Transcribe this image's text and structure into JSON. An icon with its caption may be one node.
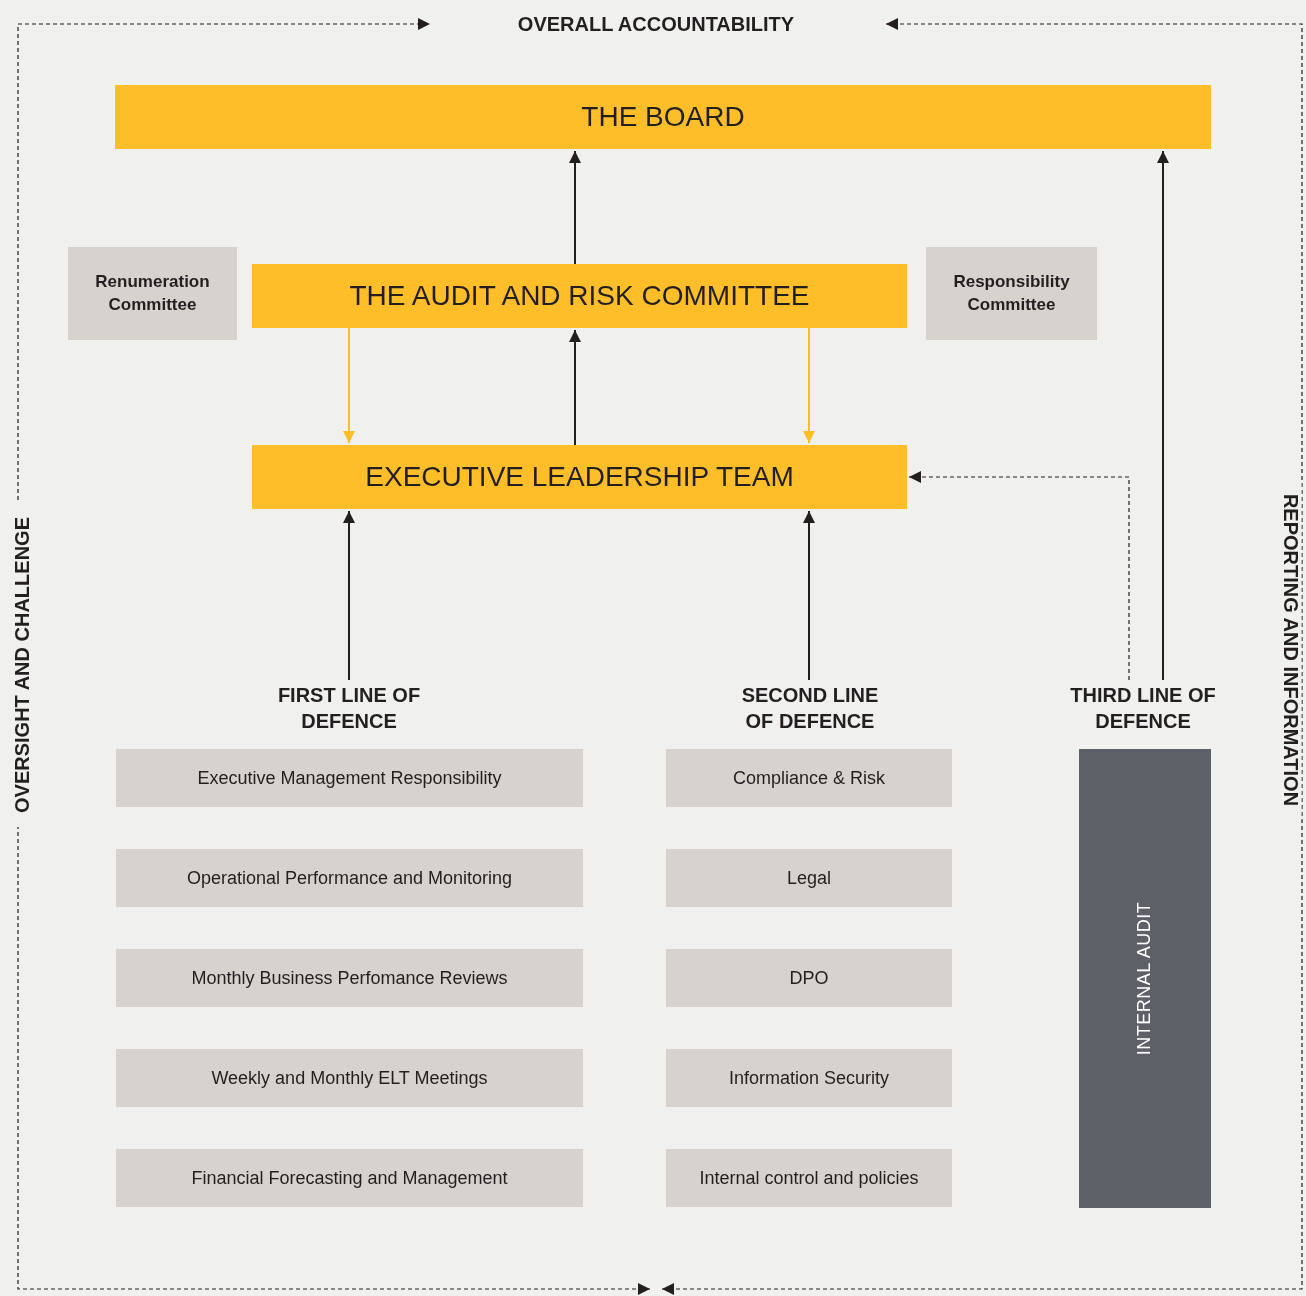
{
  "diagram": {
    "nodes": [
      {
        "text": [
          "OVERALL ACCOUNTABILITY"
        ]
      },
      {
        "text": [
          "THE BOARD"
        ]
      },
      {
        "text": [
          "Renumeration Committee"
        ]
      },
      {
        "text": [
          "THE AUDIT AND RISK COMMITTEE"
        ]
      },
      {
        "text": [
          "Responsibility Committee"
        ]
      },
      {
        "text": [
          "EXECUTIVE LEADERSHIP TEAM"
        ]
      },
      {
        "text": [
          "FIRST LINE OF DEFENCE"
        ]
      },
      {
        "text": [
          "Executive Management Responsibility"
        ]
      },
      {
        "text": [
          "Operational Performance and Monitoring"
        ]
      },
      {
        "text": [
          "Monthly Business Perfomance Reviews"
        ]
      },
      {
        "text": [
          "Weekly and Monthly ELT Meetings"
        ]
      },
      {
        "text": [
          "Financial Forecasting and Management"
        ]
      },
      {
        "text": [
          "SECOND LINE OF DEFENCE"
        ]
      },
      {
        "text": [
          "Compliance & Risk"
        ]
      },
      {
        "text": [
          "Legal"
        ]
      },
      {
        "text": [
          "DPO"
        ]
      },
      {
        "text": [
          "Information Security"
        ]
      },
      {
        "text": [
          "Internal control and policies"
        ]
      },
      {
        "text": [
          "THIRD LINE OF DEFENCE"
        ]
      },
      {
        "text": [
          "INTERNAL AUDIT"
        ]
      }
    ],
    "edges": [
      {
        "from": null,
        "to": 0,
        "arrow": "both",
        "style": "dashed"
      },
      {
        "from": null,
        "to": 0,
        "arrow": "both",
        "style": "dashed"
      },
      {
        "from": 3,
        "to": 1,
        "arrow": "to"
      },
      {
        "from": 5,
        "to": 3,
        "arrow": "to"
      },
      {
        "from": 3,
        "to": 5,
        "arrow": "to",
        "color": "#fbbf24"
      },
      {
        "from": 3,
        "to": 5,
        "arrow": "to",
        "color": "#fbbf24"
      },
      {
        "from": 6,
        "to": 5,
        "arrow": "to"
      },
      {
        "from": 12,
        "to": 5,
        "arrow": "to"
      },
      {
        "from": 18,
        "to": 5,
        "arrow": "to",
        "style": "dashed"
      },
      {
        "from": 18,
        "to": 1,
        "arrow": "to"
      }
    ],
    "labels": [
      "OVERSIGHT AND CHALLENGE",
      "REPORTING AND INFORMATION"
    ]
  }
}
